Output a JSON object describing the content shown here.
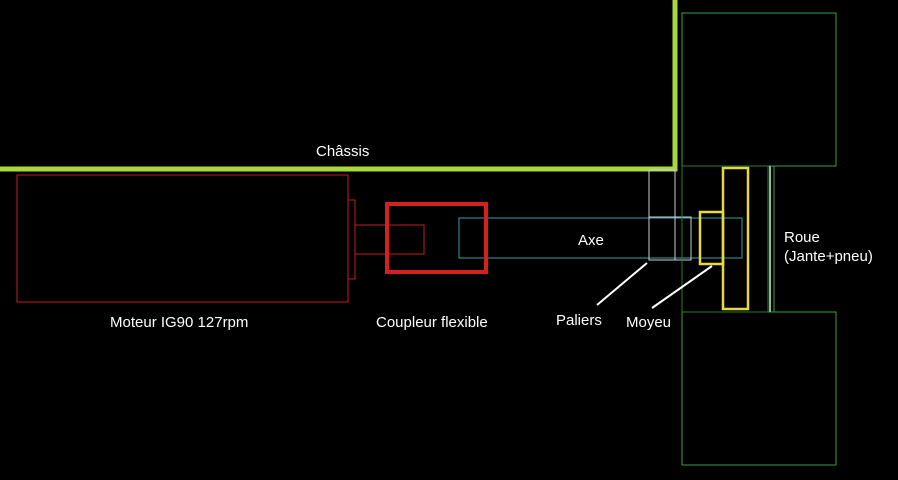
{
  "labels": {
    "chassis": "Châssis",
    "motor": "Moteur IG90 127rpm",
    "coupler": "Coupleur flexible",
    "axle": "Axe",
    "bearings": "Paliers",
    "hub": "Moyeu",
    "wheel_line1": "Roue",
    "wheel_line2": "(Jante+pneu)"
  },
  "colors": {
    "background": "#000000",
    "chassis": "#a8d840",
    "motor": "#c0201c",
    "coupler": "#d42020",
    "axle": "#3aa0a8",
    "bearings": "#c8d0d4",
    "hub": "#e6d840",
    "wheel": "#38a040",
    "text": "#ffffff",
    "leader": "#ffffff"
  }
}
